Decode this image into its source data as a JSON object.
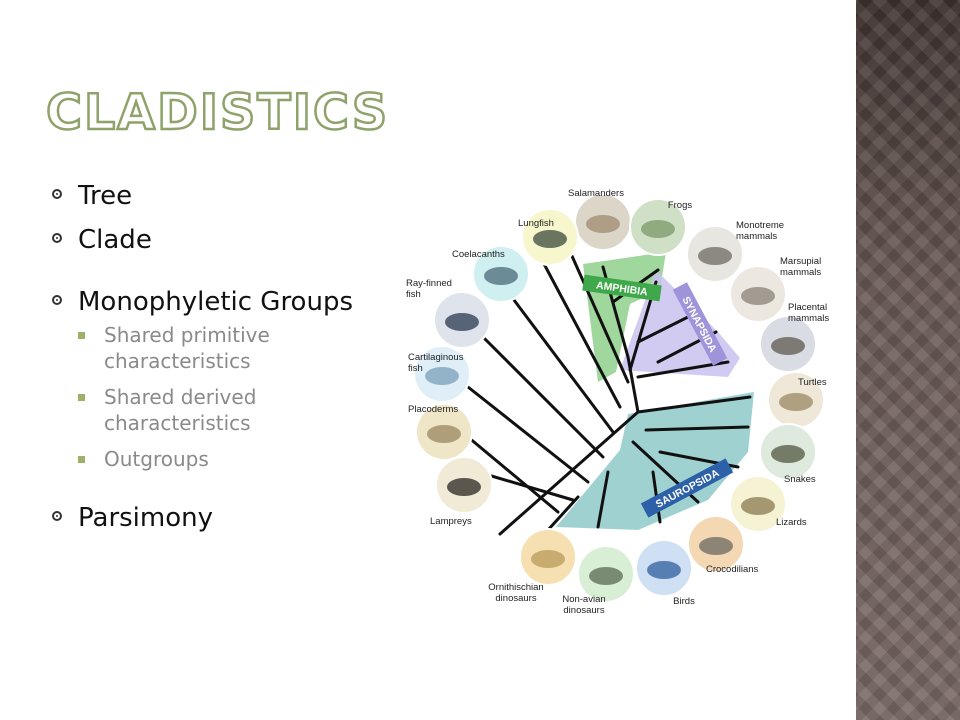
{
  "slide": {
    "title": "Cladistics",
    "bullets": [
      {
        "text": "Tree"
      },
      {
        "text": "Clade"
      },
      {
        "text": "Monophyletic Groups",
        "sub": [
          "Shared primitive characteristics",
          "Shared derived characteristics",
          "Outgroups"
        ]
      },
      {
        "text": "Parsimony"
      }
    ]
  },
  "colors": {
    "title_outline": "#8ea26a",
    "sub_bullet_marker": "#9bb267",
    "amphibia_clade": "#8fd08c",
    "synapsida_clade": "#c9c2ee",
    "sauropsida_clade": "#8fc9c9"
  },
  "diagram": {
    "clade_labels": {
      "amphibia": "AMPHIBIA",
      "synapsida": "SYNAPSIDA",
      "sauropsida": "SAUROPSIDA"
    },
    "taxa": [
      "Salamanders",
      "Frogs",
      "Monotreme mammals",
      "Marsupial mammals",
      "Placental mammals",
      "Turtles",
      "Snakes",
      "Lizards",
      "Crocodilians",
      "Birds",
      "Non-avian dinosaurs",
      "Ornithischian dinosaurs",
      "Lampreys",
      "Placoderms",
      "Cartilaginous fish",
      "Ray-finned fish",
      "Coelacanths",
      "Lungfish"
    ]
  }
}
